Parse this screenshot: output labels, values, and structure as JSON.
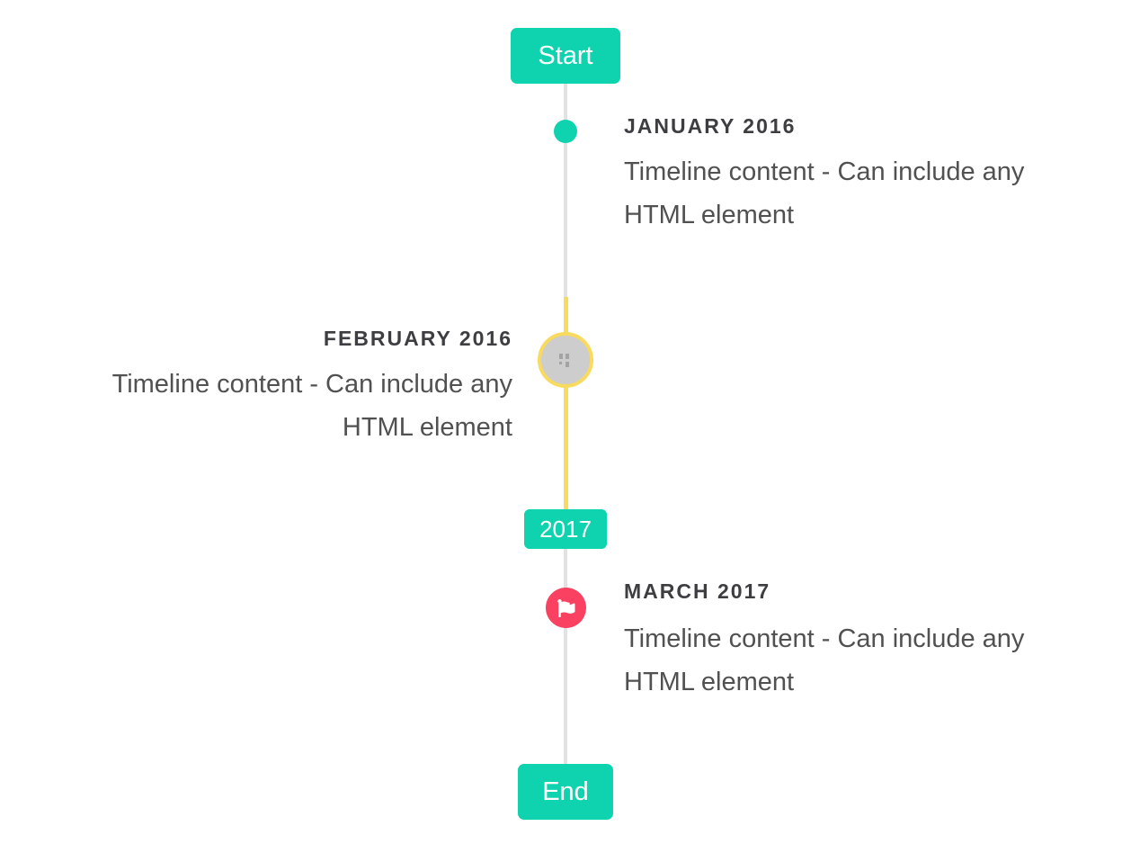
{
  "timeline": {
    "start_label": "Start",
    "end_label": "End",
    "year_badge_label": "2017",
    "colors": {
      "accent_teal": "#0ed3ae",
      "highlight_yellow": "#f8da5e",
      "flag_marker_red": "#fa4161",
      "line_gray": "#e2e2e2",
      "placeholder_marker_fill": "#cdcdcd",
      "date_text": "#3e3e42",
      "content_text": "#515151"
    },
    "items": [
      {
        "date": "JANUARY 2016",
        "content_lines": [
          "Timeline content - Can include any",
          "HTML element"
        ],
        "side": "right",
        "marker_icon": "teal-dot-icon",
        "highlighted": false
      },
      {
        "date": "FEBRUARY 2016",
        "content_lines": [
          "Timeline content - Can include any",
          "HTML element"
        ],
        "side": "left",
        "marker_icon": "image-placeholder-icon",
        "highlighted": true
      },
      {
        "date": "MARCH 2017",
        "content_lines": [
          "Timeline content - Can include any",
          "HTML element"
        ],
        "side": "right",
        "marker_icon": "flag-icon",
        "highlighted": false
      }
    ]
  }
}
